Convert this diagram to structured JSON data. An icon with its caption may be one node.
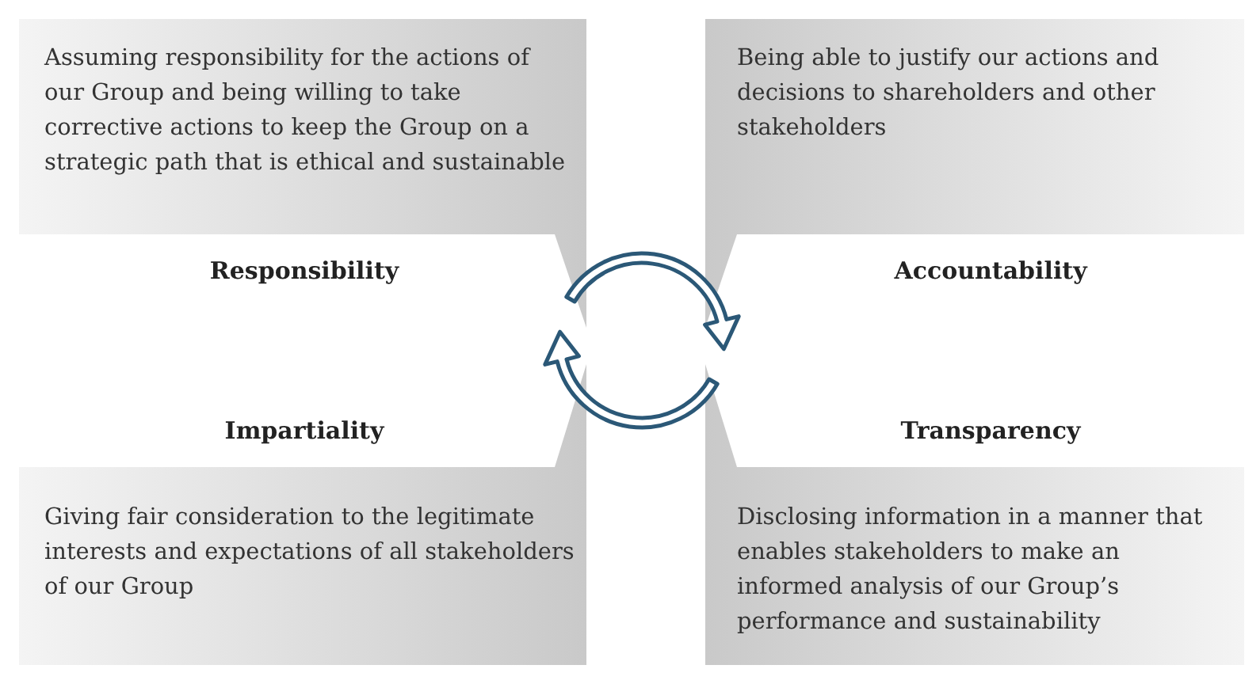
{
  "diagram": {
    "nodes": [
      {
        "text": [
          "Assuming responsibility for the actions of our Group and being willing to take corrective actions to keep the Group on a strategic path that is ethical and sustainable",
          "Responsibility"
        ]
      },
      {
        "text": [
          "Being able to justify our actions and decisions to shareholders and other stakeholders",
          "Accountability"
        ]
      },
      {
        "text": [
          "Impartiality",
          "Giving fair consideration to the legitimate interests and expectations of all stakeholders of our Group"
        ]
      },
      {
        "text": [
          "Transparency",
          "Disclosing information in a manner that enables stakeholders to make an informed analysis of our Group’s performance and sustainability"
        ]
      }
    ]
  }
}
